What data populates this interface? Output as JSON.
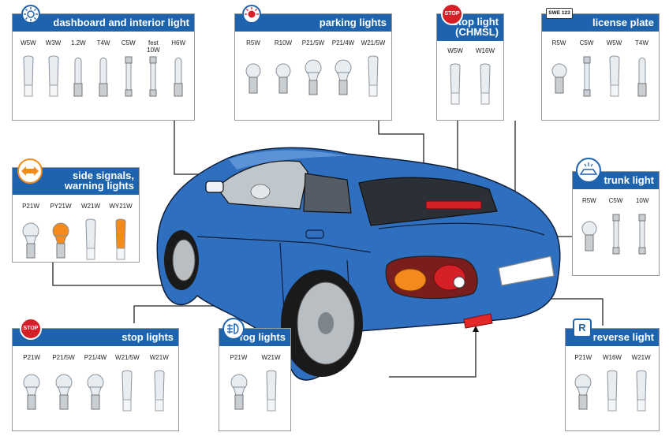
{
  "panels": {
    "dashboard": {
      "title": "dashboard and interior light",
      "icon": "dashboard-light-icon",
      "bulbs": [
        "W5W",
        "W3W",
        "1.2W",
        "T4W",
        "C5W",
        "fest 10W",
        "H6W"
      ]
    },
    "parking": {
      "title": "parking lights",
      "icon": "parking-light-icon",
      "bulbs": [
        "R5W",
        "R10W",
        "P21/5W",
        "P21/4W",
        "W21/5W"
      ]
    },
    "stop_chmsl": {
      "title_line1": "stop light",
      "title_line2": "(CHMSL)",
      "icon": "stop-sign-icon",
      "icon_text": "STOP",
      "bulbs": [
        "W5W",
        "W16W"
      ]
    },
    "license": {
      "title": "license plate",
      "icon": "license-plate-icon",
      "icon_text": "SWE 123",
      "bulbs": [
        "R5W",
        "C5W",
        "W5W",
        "T4W"
      ]
    },
    "side_signals": {
      "title_line1": "side signals,",
      "title_line2": "warning lights",
      "icon": "turn-signal-icon",
      "bulbs": [
        "P21W",
        "PY21W",
        "W21W",
        "WY21W"
      ]
    },
    "trunk": {
      "title": "trunk light",
      "icon": "trunk-light-icon",
      "bulbs": [
        "R5W",
        "C5W",
        "10W"
      ]
    },
    "stop_lights": {
      "title": "stop lights",
      "icon": "stop-sign-icon",
      "icon_text": "STOP",
      "bulbs": [
        "P21W",
        "P21/5W",
        "P21/4W",
        "W21/5W",
        "W21W"
      ]
    },
    "fog": {
      "title": "fog lights",
      "icon": "fog-light-icon",
      "bulbs": [
        "P21W",
        "W21W"
      ]
    },
    "reverse": {
      "title": "reverse light",
      "icon": "reverse-light-icon",
      "icon_text": "R",
      "bulbs": [
        "P21W",
        "W16W",
        "W21W"
      ]
    }
  },
  "colors": {
    "header_blue": "#1e63ad",
    "car_blue": "#2f6fbf",
    "stop_red": "#d62027",
    "amber": "#f28a1c"
  }
}
